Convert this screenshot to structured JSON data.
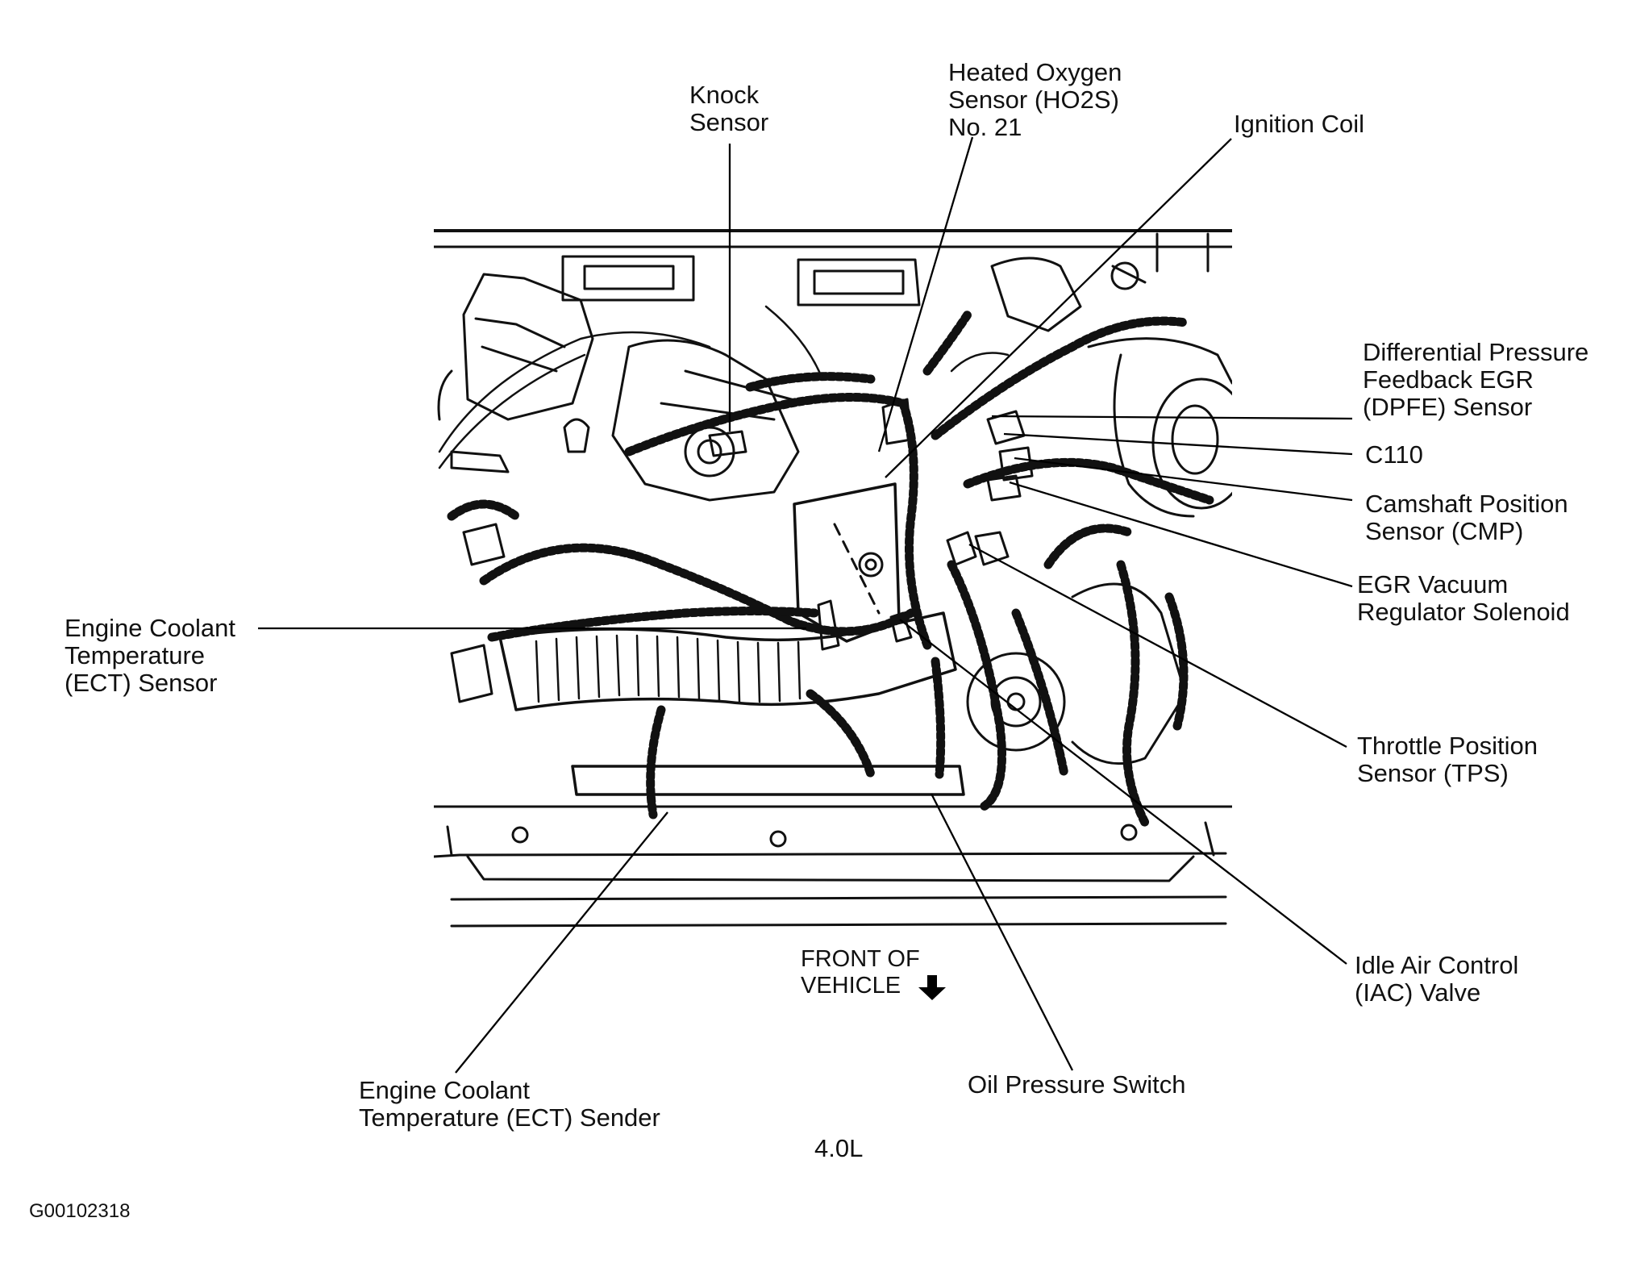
{
  "labels": {
    "knock_sensor": [
      "Knock",
      "Sensor"
    ],
    "ho2s": [
      "Heated Oxygen",
      "Sensor (HO2S)",
      "No. 21"
    ],
    "ignition_coil": [
      "Ignition Coil"
    ],
    "dpfe": [
      "Differential Pressure",
      "Feedback EGR",
      "(DPFE) Sensor"
    ],
    "c110": [
      "C110"
    ],
    "cmp": [
      "Camshaft Position",
      "Sensor (CMP)"
    ],
    "egr_vrs": [
      "EGR Vacuum",
      "Regulator Solenoid"
    ],
    "ect_sensor": [
      "Engine Coolant",
      "Temperature",
      "(ECT) Sensor"
    ],
    "tps": [
      "Throttle Position",
      "Sensor (TPS)"
    ],
    "iac": [
      "Idle Air Control",
      "(IAC) Valve"
    ],
    "front_of_vehicle": [
      "FRONT OF",
      "VEHICLE"
    ],
    "ect_sender": [
      "Engine Coolant",
      "Temperature (ECT) Sender"
    ],
    "oil_pressure": [
      "Oil Pressure Switch"
    ]
  },
  "engine_code": "4.0L",
  "figure_id": "G00102318"
}
